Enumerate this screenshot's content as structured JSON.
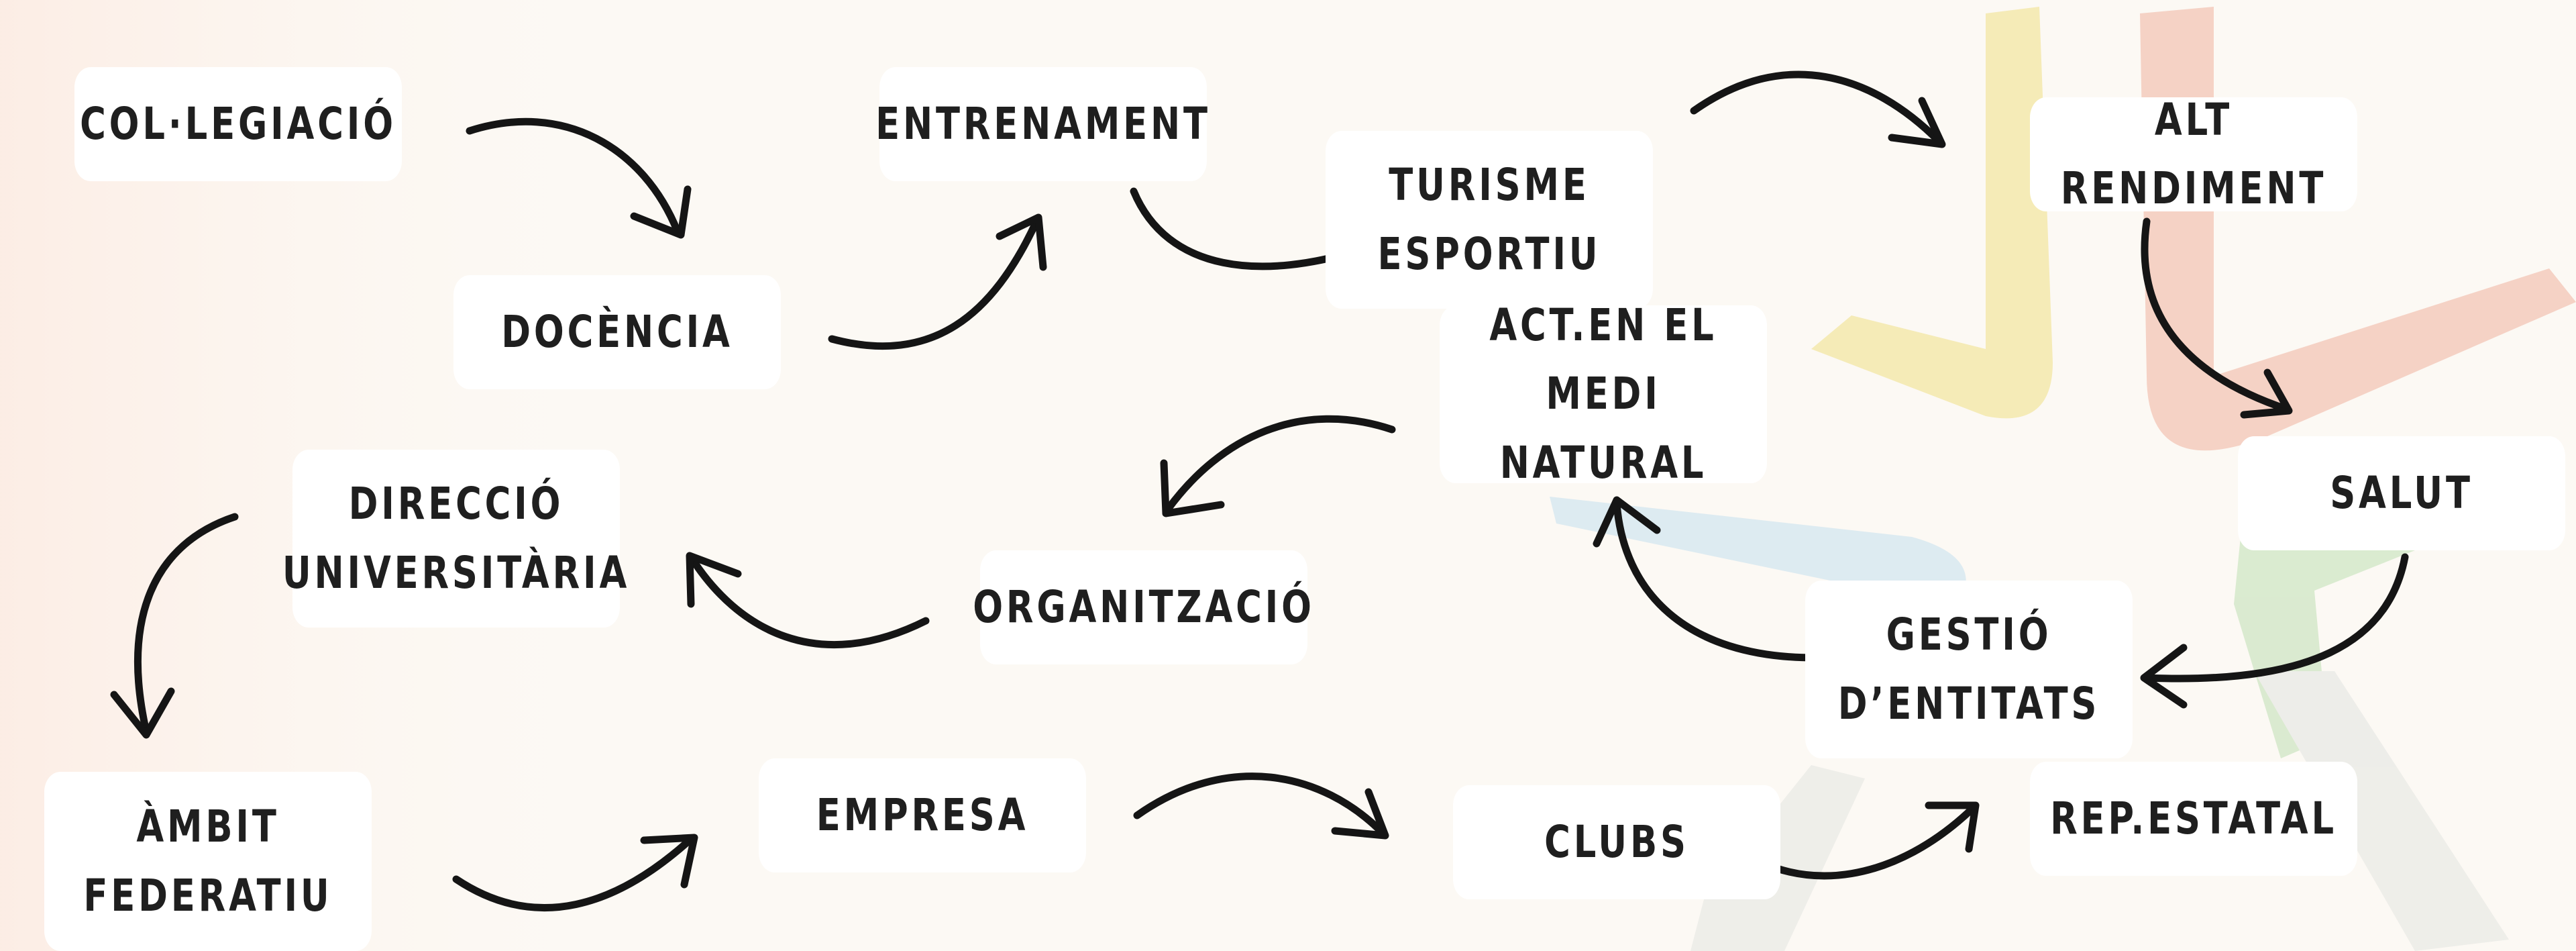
{
  "diagram": {
    "nodes": [
      {
        "id": "colegiacio",
        "label": "COL·LEGIACIÓ"
      },
      {
        "id": "docencia",
        "label": "DOCÈNCIA"
      },
      {
        "id": "entrenament",
        "label": "ENTRENAMENT"
      },
      {
        "id": "turisme",
        "label": "TURISME\nESPORTIU"
      },
      {
        "id": "alt-rendiment",
        "label": "ALT RENDIMENT"
      },
      {
        "id": "act-medi-natural",
        "label": "ACT.EN EL MEDI\nNATURAL"
      },
      {
        "id": "salut",
        "label": "SALUT"
      },
      {
        "id": "direccio-universitaria",
        "label": "DIRECCIÓ\nUNIVERSITÀRIA"
      },
      {
        "id": "organitzacio",
        "label": "ORGANITZACIÓ"
      },
      {
        "id": "gestio-entitats",
        "label": "GESTIÓ\nD’ENTITATS"
      },
      {
        "id": "ambit-federatiu",
        "label": "ÀMBIT\nFEDERATIU"
      },
      {
        "id": "empresa",
        "label": "EMPRESA"
      },
      {
        "id": "clubs",
        "label": "CLUBS"
      },
      {
        "id": "rep-estatal",
        "label": "REP.ESTATAL"
      }
    ],
    "edges": [
      {
        "from": "colegiacio",
        "to": "docencia"
      },
      {
        "from": "docencia",
        "to": "entrenament"
      },
      {
        "from": "entrenament",
        "to": "turisme"
      },
      {
        "from": "turisme",
        "to": "alt-rendiment"
      },
      {
        "from": "alt-rendiment",
        "to": "salut"
      },
      {
        "from": "salut",
        "to": "gestio-entitats"
      },
      {
        "from": "gestio-entitats",
        "to": "act-medi-natural"
      },
      {
        "from": "act-medi-natural",
        "to": "organitzacio"
      },
      {
        "from": "organitzacio",
        "to": "direccio-universitaria"
      },
      {
        "from": "direccio-universitaria",
        "to": "ambit-federatiu"
      },
      {
        "from": "ambit-federatiu",
        "to": "empresa"
      },
      {
        "from": "empresa",
        "to": "clubs"
      },
      {
        "from": "clubs",
        "to": "rep-estatal"
      }
    ]
  },
  "colors": {
    "background": "#fcf9f4",
    "box": "#ffffff",
    "text": "#1f1f1f",
    "arrow": "#151515",
    "logo_yellow": "#f3e6a3",
    "logo_red": "#f3c4b6",
    "logo_blue": "#cfe3ef",
    "logo_green": "#cfe6c4"
  }
}
